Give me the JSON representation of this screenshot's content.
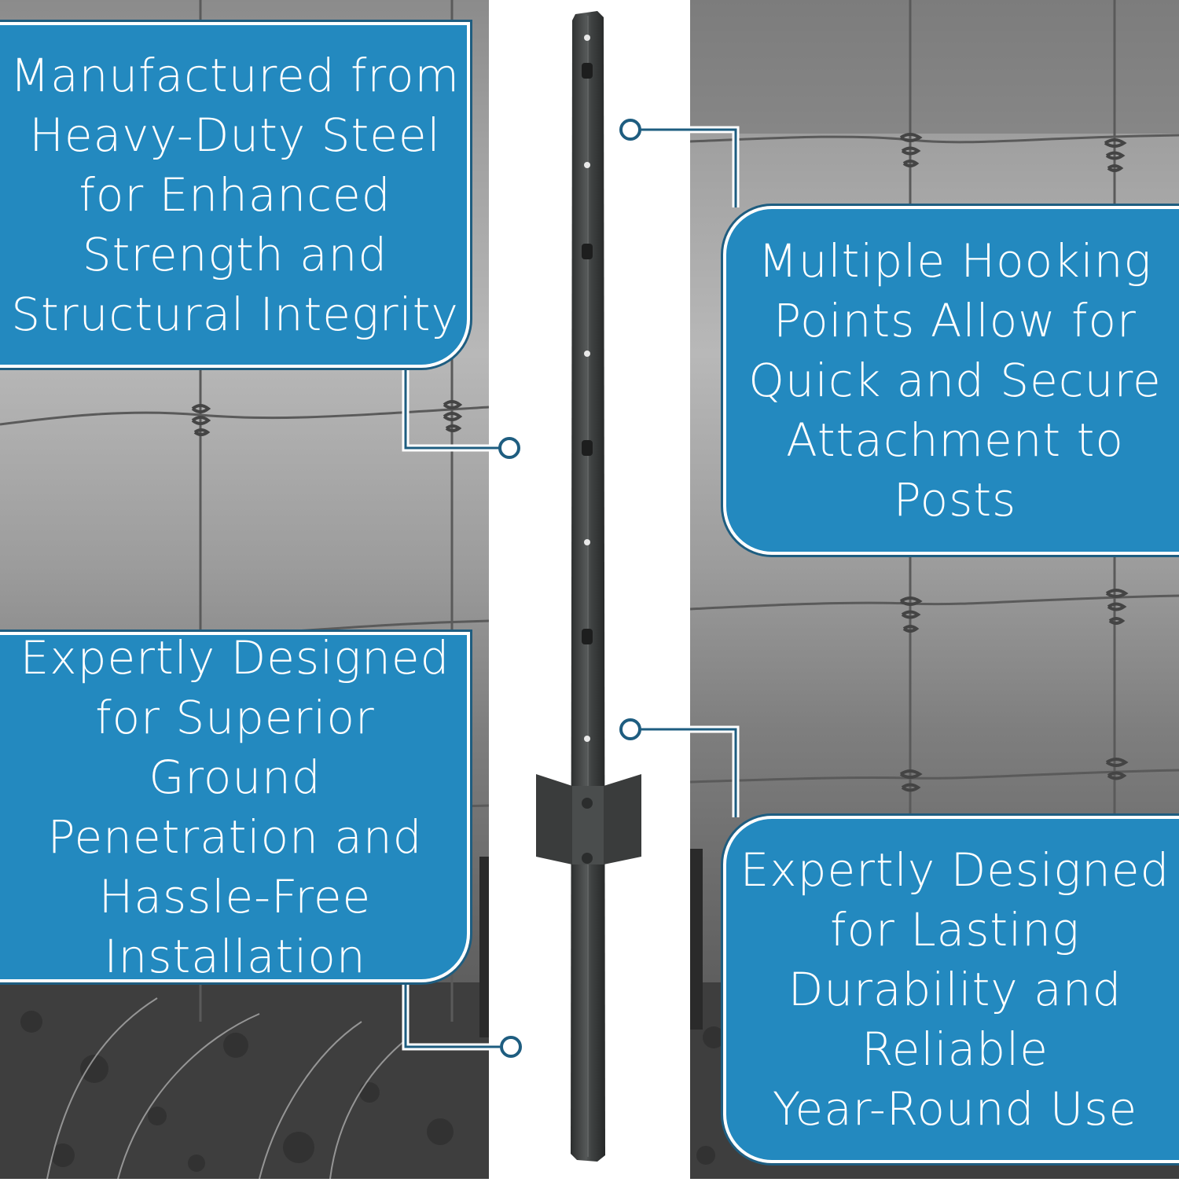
{
  "callouts": [
    {
      "text": "Manufactured from\nHeavy-Duty Steel\nfor Enhanced\nStrength and\nStructural Integrity"
    },
    {
      "text": "Multiple Hooking\nPoints Allow for\nQuick and Secure\nAttachment to\nPosts"
    },
    {
      "text": "Expertly Designed\nfor Superior Ground\nPenetration and\nHassle-Free\nInstallation"
    },
    {
      "text": "Expertly Designed\nfor Lasting\nDurability and\nReliable\nYear-Round Use"
    }
  ],
  "colors": {
    "callout_fill": "#2389bf",
    "callout_border": "#ffffff",
    "leader_line": "#1e5d80",
    "post": "#3f4242"
  },
  "icons": [
    "fence-post-image",
    "wire-fence-photo",
    "callout-connector-dot"
  ]
}
